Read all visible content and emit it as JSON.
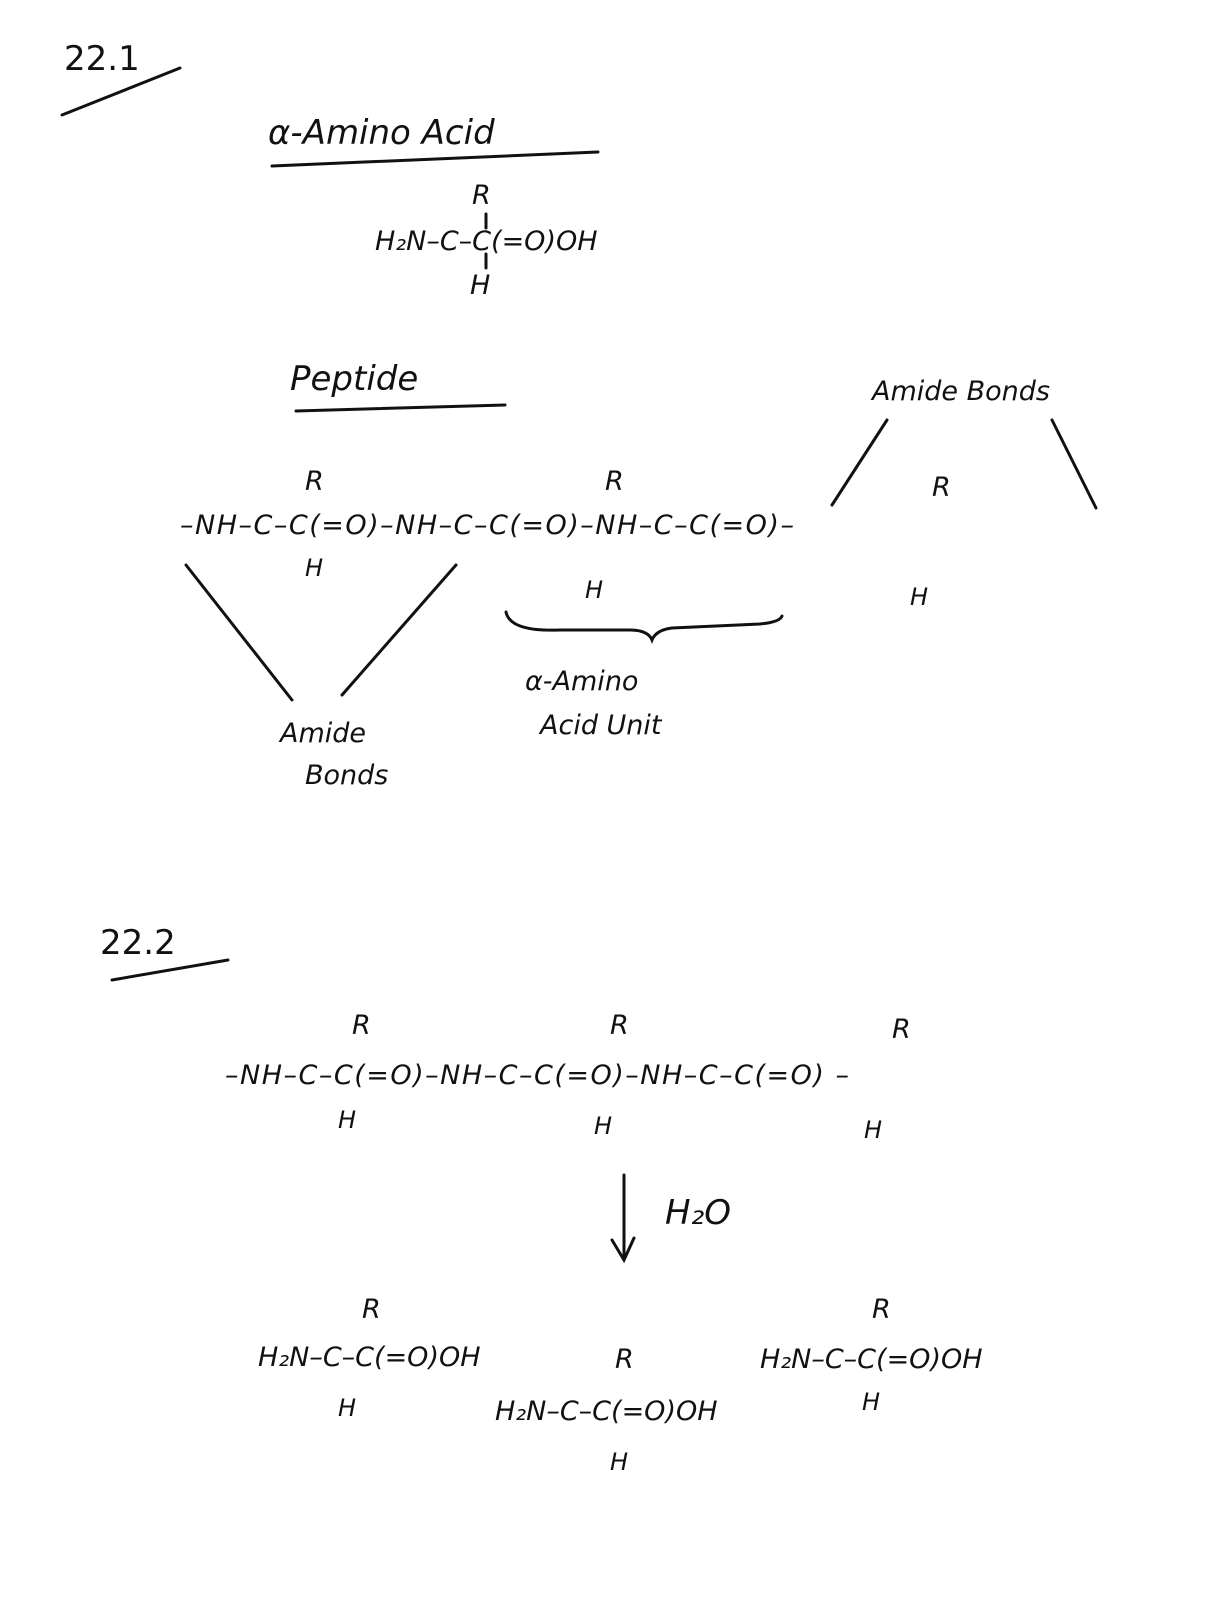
{
  "section1": {
    "number": "22.1",
    "amino_acid": {
      "title": "α-Amino Acid",
      "r": "R",
      "formula": "H₂N–C–C(=O)OH",
      "h": "H"
    },
    "peptide": {
      "title": "Peptide",
      "chain": "–NH–C–C(=O)–NH–C–C(=O)–NH–C–C(=O)–",
      "r": "R",
      "h": "H",
      "amide_bonds_top": "Amide Bonds",
      "amide_bonds_bottom_line1": "Amide",
      "amide_bonds_bottom_line2": "Bonds",
      "unit_line1": "α-Amino",
      "unit_line2": "Acid Unit"
    }
  },
  "section2": {
    "number": "22.2",
    "chain": "–NH–C–C(=O)–NH–C–C(=O)–NH–C–C(=O) –",
    "r": "R",
    "h": "H",
    "reagent": "H₂O",
    "product_formula": "H₂N–C–C(=O)OH"
  }
}
